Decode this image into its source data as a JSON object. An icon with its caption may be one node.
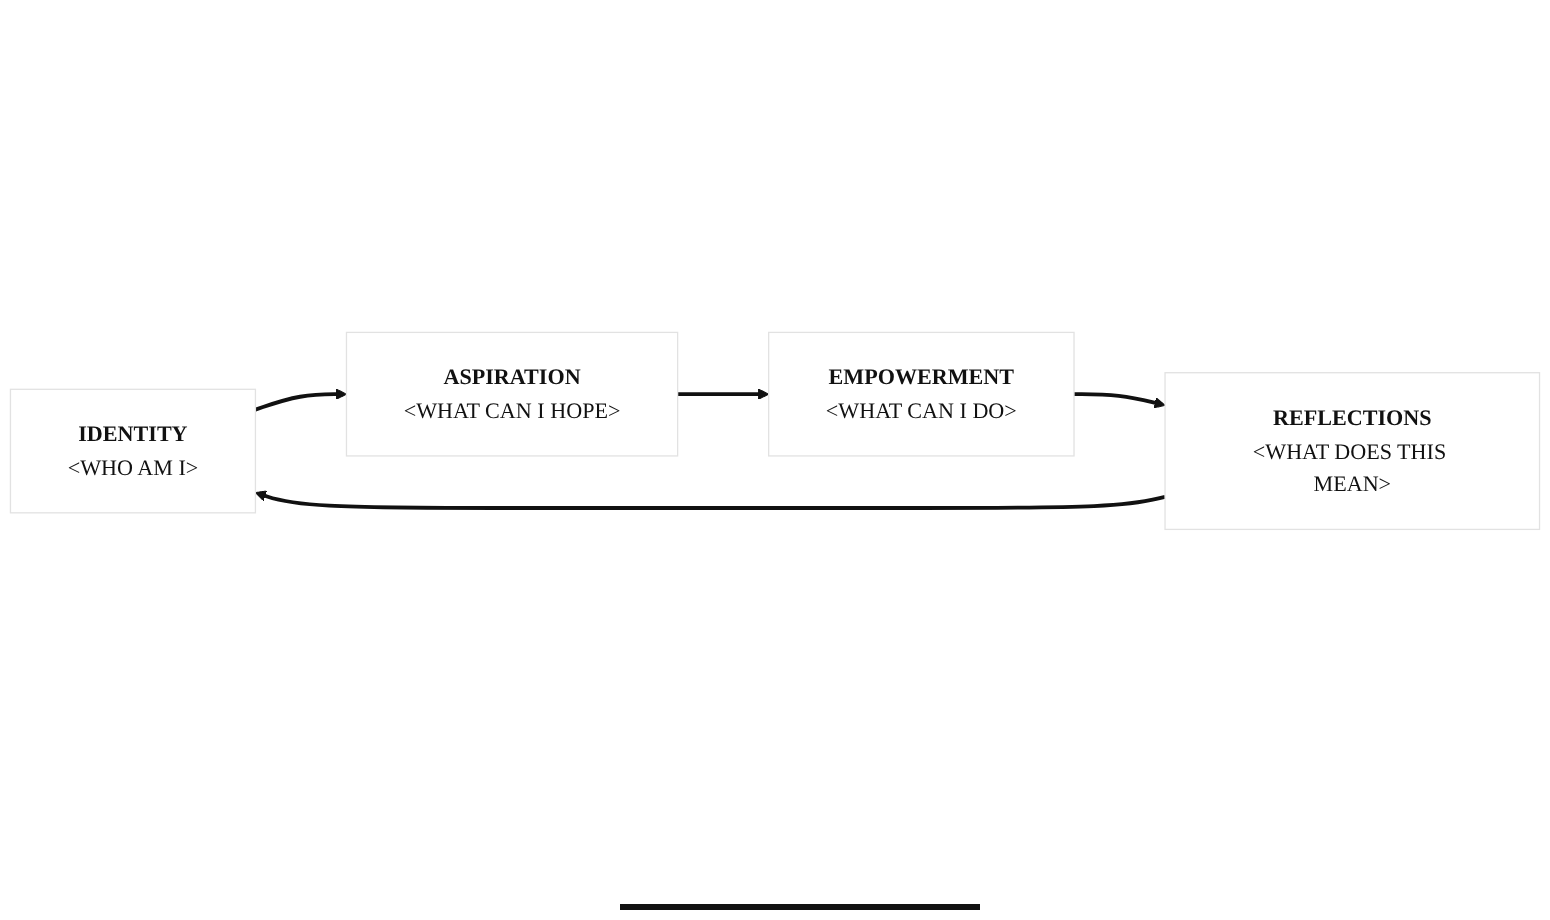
{
  "diagram": {
    "nodes": [
      {
        "text": [
          "IDENTITY",
          "<WHO AM I>"
        ]
      },
      {
        "text": [
          "ASPIRATION",
          "<WHAT CAN I HOPE>"
        ]
      },
      {
        "text": [
          "EMPOWERMENT",
          "<WHAT CAN I DO>"
        ]
      },
      {
        "text": [
          "REFLECTIONS",
          "<WHAT DOES THIS MEAN>"
        ]
      }
    ],
    "edges": [
      {
        "from": 0,
        "to": 1,
        "arrow": "to"
      },
      {
        "from": 1,
        "to": 2,
        "arrow": "to"
      },
      {
        "from": 2,
        "to": 3,
        "arrow": "to"
      },
      {
        "from": 3,
        "to": 0,
        "arrow": "to"
      }
    ]
  }
}
